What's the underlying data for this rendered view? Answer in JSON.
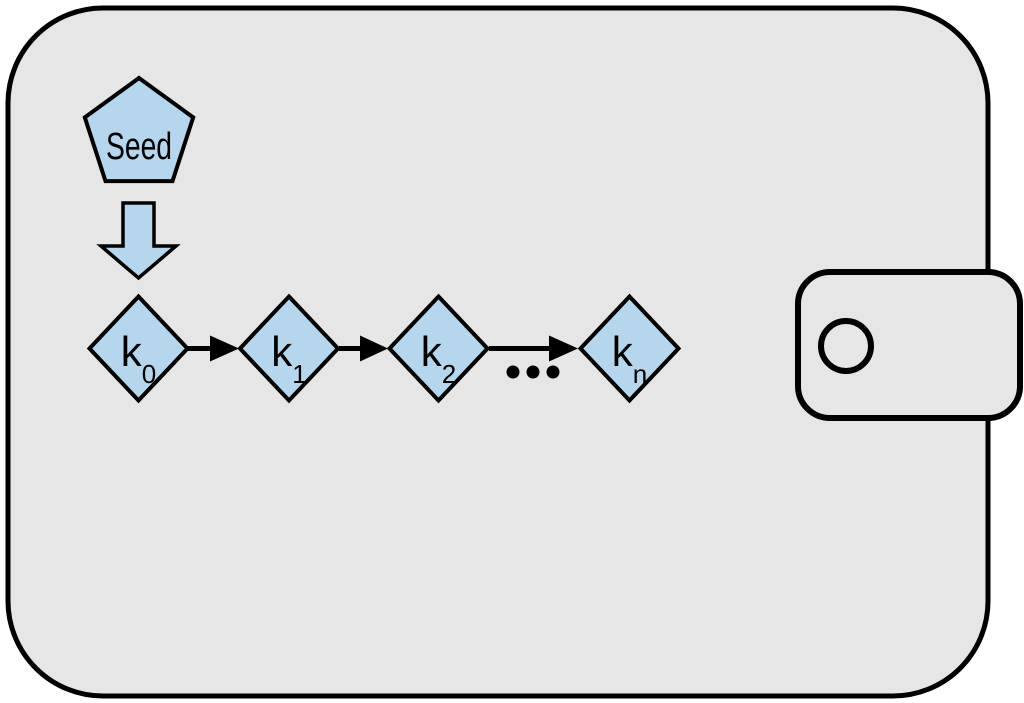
{
  "diagram": {
    "seed_label": "Seed",
    "keys": [
      {
        "base": "k",
        "sub": "0"
      },
      {
        "base": "k",
        "sub": "1"
      },
      {
        "base": "k",
        "sub": "2"
      },
      {
        "base": "k",
        "sub": "n"
      }
    ]
  },
  "colors": {
    "page_background": "#ffffff",
    "wallet_fill": "#e6e6e6",
    "node_fill": "#b5d6ec",
    "outline": "#000000"
  }
}
